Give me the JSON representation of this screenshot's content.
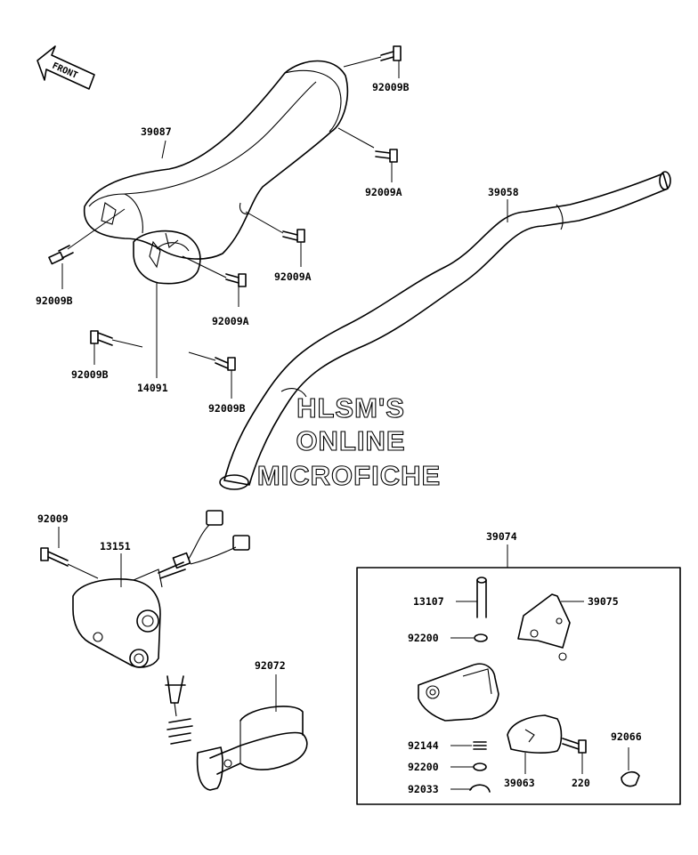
{
  "front_label": "FRONT",
  "watermark": [
    "HLSM'S",
    "ONLINE",
    "MICROFICHE"
  ],
  "callouts": {
    "p92009B_top": "92009B",
    "p39087": "39087",
    "p92009A_top": "92009A",
    "p39058": "39058",
    "p92009B_left": "92009B",
    "p92009A_mid": "92009A",
    "p92009A_low": "92009A",
    "p92009B_switch_left": "92009B",
    "p92009B_switch_right": "92009B",
    "p14091": "14091",
    "p92009": "92009",
    "p13151": "13151",
    "p92072": "92072",
    "p39074": "39074",
    "p13107": "13107",
    "p39075": "39075",
    "p92200_top": "92200",
    "p92144": "92144",
    "p92200_bottom": "92200",
    "p92033": "92033",
    "p39063": "39063",
    "p220": "220",
    "p92066": "92066"
  }
}
